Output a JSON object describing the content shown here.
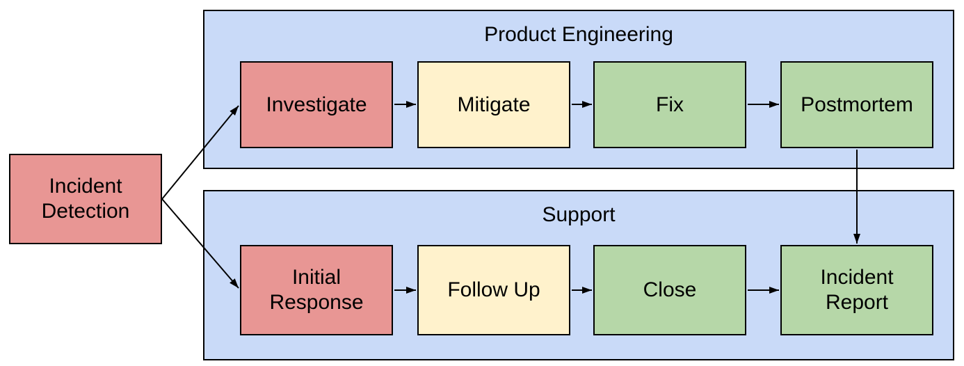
{
  "diagram": {
    "start_node": {
      "label": "Incident Detection",
      "color": "#E89694"
    },
    "lanes": [
      {
        "title": "Product Engineering",
        "nodes": [
          {
            "label": "Investigate",
            "color": "#E89694"
          },
          {
            "label": "Mitigate",
            "color": "#FFF2CC"
          },
          {
            "label": "Fix",
            "color": "#B6D7A8"
          },
          {
            "label": "Postmortem",
            "color": "#B6D7A8"
          }
        ]
      },
      {
        "title": "Support",
        "nodes": [
          {
            "label": "Initial Response",
            "color": "#E89694"
          },
          {
            "label": "Follow Up",
            "color": "#FFF2CC"
          },
          {
            "label": "Close",
            "color": "#B6D7A8"
          },
          {
            "label": "Incident Report",
            "color": "#B6D7A8"
          }
        ]
      }
    ],
    "edges": [
      {
        "from": "Incident Detection",
        "to": "Investigate"
      },
      {
        "from": "Incident Detection",
        "to": "Initial Response"
      },
      {
        "from": "Investigate",
        "to": "Mitigate"
      },
      {
        "from": "Mitigate",
        "to": "Fix"
      },
      {
        "from": "Fix",
        "to": "Postmortem"
      },
      {
        "from": "Postmortem",
        "to": "Incident Report"
      },
      {
        "from": "Initial Response",
        "to": "Follow Up"
      },
      {
        "from": "Follow Up",
        "to": "Close"
      },
      {
        "from": "Close",
        "to": "Incident Report"
      }
    ],
    "colors": {
      "lane_fill": "#C9DAF8",
      "node_red": "#E89694",
      "node_yellow": "#FFF2CC",
      "node_green": "#B6D7A8",
      "border": "#000000",
      "arrow": "#000000",
      "text": "#000000",
      "background": "#FFFFFF"
    }
  }
}
